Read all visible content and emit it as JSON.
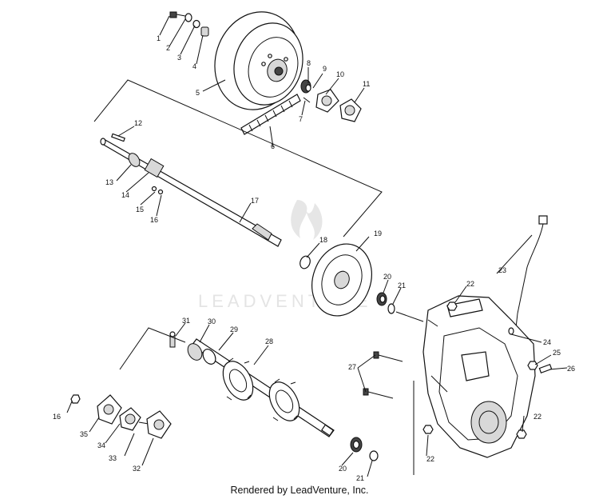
{
  "watermark": "LEADVENTURE",
  "footer": "Rendered by LeadVenture, Inc.",
  "callouts": [
    "1",
    "2",
    "3",
    "4",
    "5",
    "6",
    "7",
    "8",
    "9",
    "10",
    "11",
    "12",
    "13",
    "14",
    "15",
    "16",
    "17",
    "18",
    "19",
    "20",
    "21",
    "22",
    "23",
    "24",
    "25",
    "26",
    "27",
    "28",
    "29",
    "30",
    "31",
    "16",
    "35",
    "34",
    "33",
    "32",
    "20",
    "21",
    "22",
    "22"
  ]
}
